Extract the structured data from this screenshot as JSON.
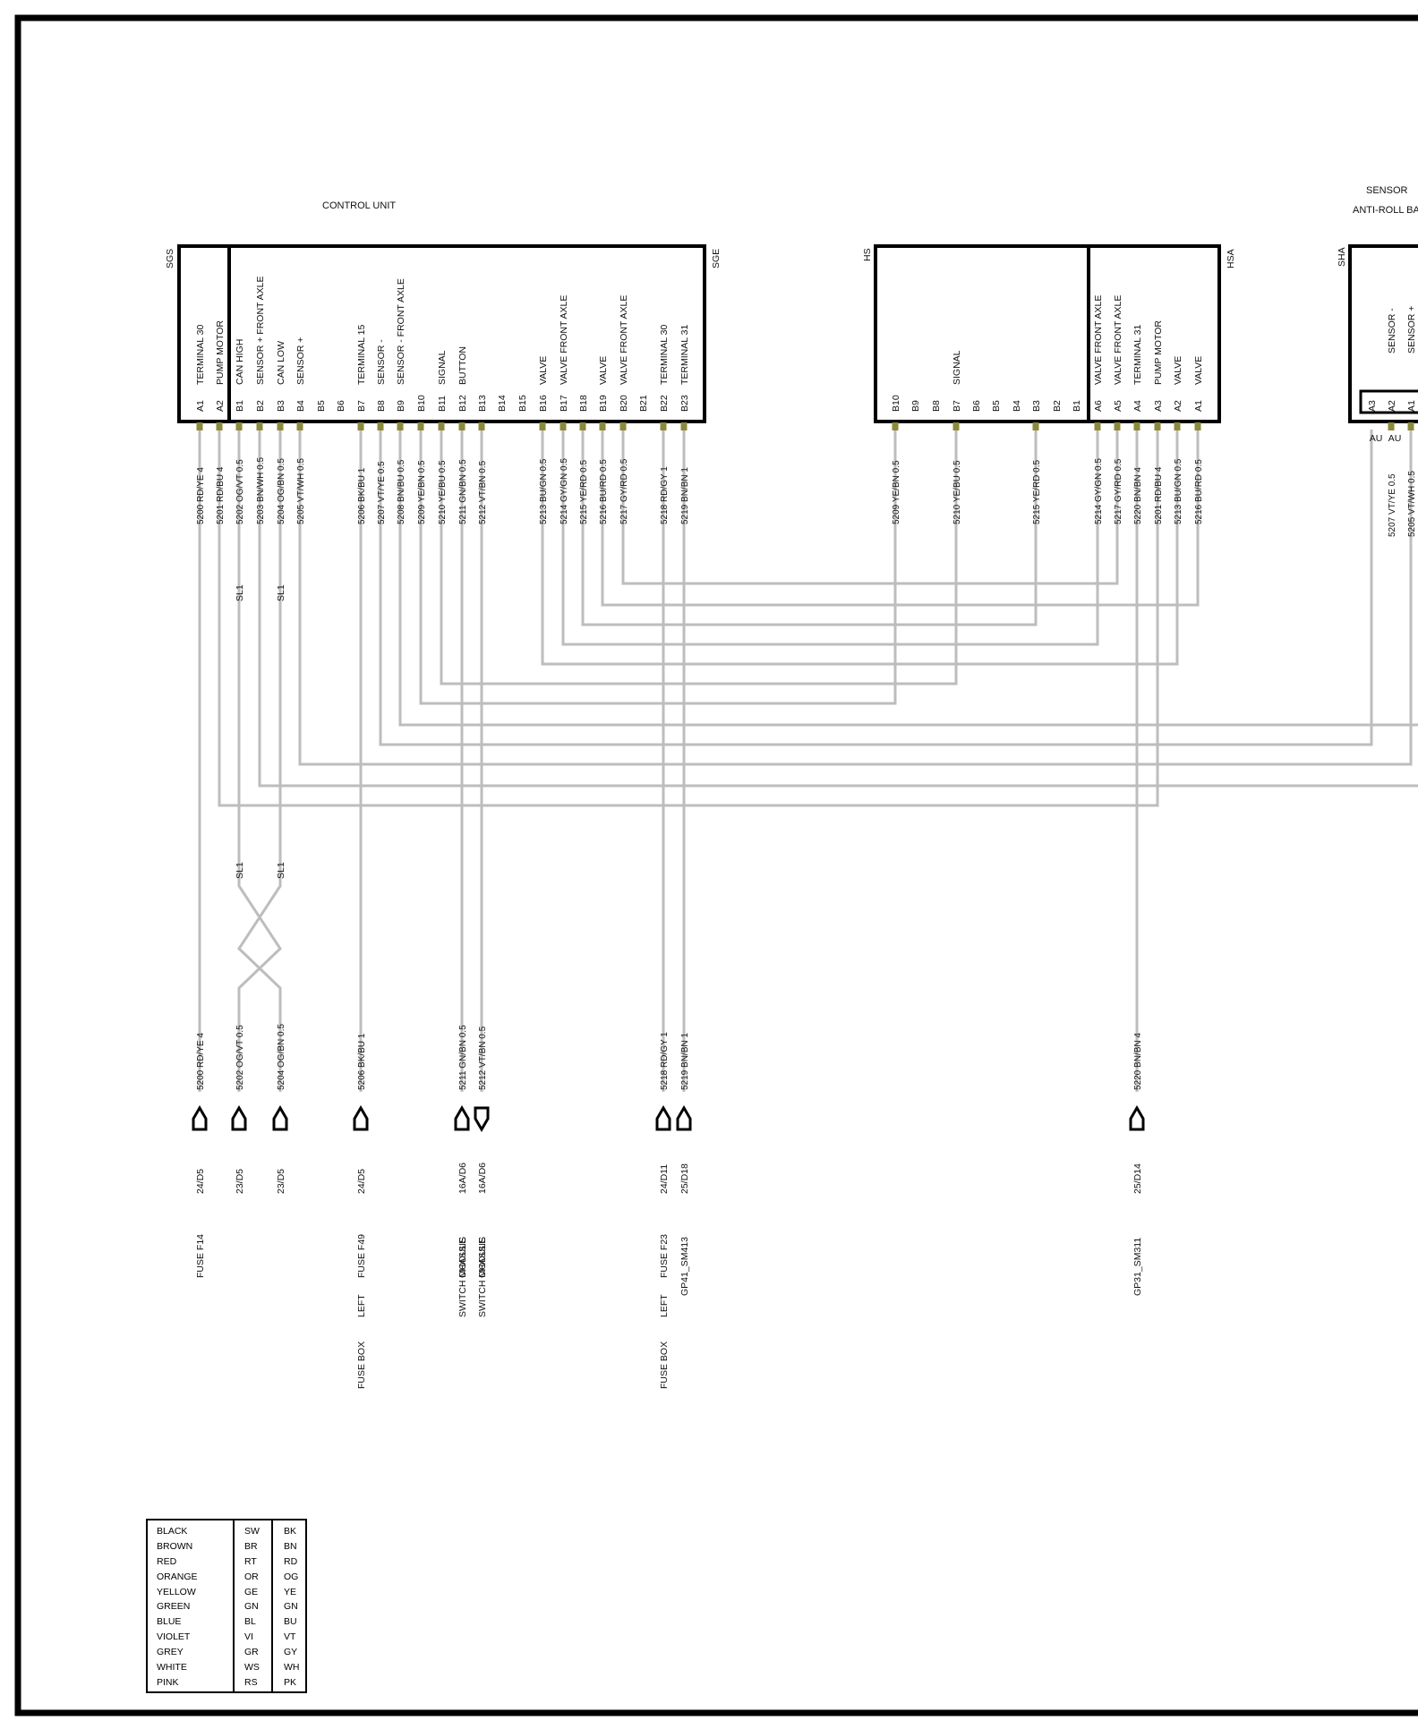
{
  "units": [
    {
      "name": "CONTROL UNIT",
      "left_code": "SGS",
      "right_code": "SGE"
    },
    {
      "name": "",
      "left_code": "HS",
      "right_code": "HSA"
    },
    {
      "name": "SENSOR",
      "subtitle": "ANTI-ROLL BA",
      "left_code": "SHA",
      "right_code": ""
    }
  ],
  "sgs_pins": [
    {
      "pin": "A1",
      "label": "TERMINAL 30",
      "wire": "5200 RD/YE 4"
    },
    {
      "pin": "A2",
      "label": "PUMP MOTOR",
      "wire": "5201 RD/BU 4"
    }
  ],
  "sge_pins": [
    {
      "pin": "B1",
      "label": "CAN HIGH",
      "wire": "5202 OG/VT 0.5"
    },
    {
      "pin": "B2",
      "label": "SENSOR + FRONT AXLE",
      "wire": "5203 BN/WH 0.5"
    },
    {
      "pin": "B3",
      "label": "CAN LOW",
      "wire": "5204 OG/BN 0.5"
    },
    {
      "pin": "B4",
      "label": "SENSOR +",
      "wire": "5205 VT/WH 0.5"
    },
    {
      "pin": "B5",
      "label": "",
      "wire": ""
    },
    {
      "pin": "B6",
      "label": "",
      "wire": ""
    },
    {
      "pin": "B7",
      "label": "TERMINAL 15",
      "wire": "5206 BK/BU 1"
    },
    {
      "pin": "B8",
      "label": "SENSOR -",
      "wire": "5207 VT/YE 0.5"
    },
    {
      "pin": "B9",
      "label": "SENSOR -  FRONT AXLE",
      "wire": "5208 BN/BU 0.5"
    },
    {
      "pin": "B10",
      "label": "",
      "wire": "5209 YE/BN 0.5"
    },
    {
      "pin": "B11",
      "label": "SIGNAL",
      "wire": "5210 YE/BU 0.5"
    },
    {
      "pin": "B12",
      "label": "BUTTON",
      "wire": "5211 GN/BN 0.5"
    },
    {
      "pin": "B13",
      "label": "",
      "wire": "5212 VT/BN 0.5"
    },
    {
      "pin": "B14",
      "label": "",
      "wire": ""
    },
    {
      "pin": "B15",
      "label": "",
      "wire": ""
    },
    {
      "pin": "B16",
      "label": "VALVE",
      "wire": "5213 BU/GN 0.5"
    },
    {
      "pin": "B17",
      "label": "VALVE   FRONT AXLE",
      "wire": "5214 GY/GN 0.5"
    },
    {
      "pin": "B18",
      "label": "",
      "wire": "5215 YE/RD 0.5"
    },
    {
      "pin": "B19",
      "label": "VALVE",
      "wire": "5216 BU/RD 0.5"
    },
    {
      "pin": "B20",
      "label": "VALVE   FRONT AXLE",
      "wire": "5217 GY/RD 0.5"
    },
    {
      "pin": "B21",
      "label": "",
      "wire": ""
    },
    {
      "pin": "B22",
      "label": "TERMINAL 30",
      "wire": "5218 RD/GY 1"
    },
    {
      "pin": "B23",
      "label": "TERMINAL 31",
      "wire": "5219 BN/BN 1"
    }
  ],
  "hs_pins": [
    {
      "pin": "B10",
      "label": "",
      "wire": "5209 YE/BN 0.5"
    },
    {
      "pin": "B9",
      "label": "",
      "wire": ""
    },
    {
      "pin": "B8",
      "label": "",
      "wire": ""
    },
    {
      "pin": "B7",
      "label": "SIGNAL",
      "wire": "5210 YE/BU 0.5"
    },
    {
      "pin": "B6",
      "label": "",
      "wire": ""
    },
    {
      "pin": "B5",
      "label": "",
      "wire": ""
    },
    {
      "pin": "B4",
      "label": "",
      "wire": ""
    },
    {
      "pin": "B3",
      "label": "",
      "wire": "5215 YE/RD 0.5"
    },
    {
      "pin": "B2",
      "label": "",
      "wire": ""
    },
    {
      "pin": "B1",
      "label": "",
      "wire": ""
    }
  ],
  "hsa_pins": [
    {
      "pin": "A6",
      "label": "VALVE   FRONT AXLE",
      "wire": "5214 GY/GN 0.5"
    },
    {
      "pin": "A5",
      "label": "VALVE   FRONT AXLE",
      "wire": "5217 GY/RD 0.5"
    },
    {
      "pin": "A4",
      "label": "TERMINAL 31",
      "wire": "5220 BN/BN 4"
    },
    {
      "pin": "A3",
      "label": "PUMP MOTOR",
      "wire": "5201 RD/BU 4"
    },
    {
      "pin": "A2",
      "label": "VALVE",
      "wire": "5213 BU/GN 0.5"
    },
    {
      "pin": "A1",
      "label": "VALVE",
      "wire": "5216 BU/RD 0.5"
    }
  ],
  "sha_pins": [
    {
      "pin": "A3",
      "label": "",
      "wire": ""
    },
    {
      "pin": "A2",
      "label": "SENSOR -",
      "wire": "5207 VT/YE 0.5"
    },
    {
      "pin": "A1",
      "label": "SENSOR +",
      "wire": "5205 VT/WH 0.5"
    }
  ],
  "sha_markers": [
    "AU",
    "AU"
  ],
  "splice": "SL1",
  "connectors": [
    {
      "wire": "5200 RD/YE 4",
      "ref": "24/D5",
      "dest": [
        "FUSE F14"
      ]
    },
    {
      "wire": "5202 OG/VT 0.5",
      "ref": "23/D5",
      "dest": []
    },
    {
      "wire": "5204 OG/BN 0.5",
      "ref": "23/D5",
      "dest": []
    },
    {
      "wire": "5206 BK/BU 1",
      "ref": "24/D5",
      "dest": [
        "FUSE F49",
        "LEFT",
        "FUSE BOX"
      ]
    },
    {
      "wire": "5211 GN/BN 0.5",
      "ref": "16A/D6",
      "dest": [
        "CHASSIS",
        "SWITCH MODULE"
      ]
    },
    {
      "wire": "5212 VT/BN 0.5",
      "ref": "16A/D6",
      "dest": [
        "CHASSIS",
        "SWITCH MODULE"
      ]
    },
    {
      "wire": "5218 RD/GY 1",
      "ref": "24/D11",
      "dest": [
        "FUSE F23",
        "LEFT",
        "FUSE BOX"
      ]
    },
    {
      "wire": "5219 BN/BN 1",
      "ref": "25/D18",
      "dest": [
        "GP41_SM413"
      ]
    },
    {
      "wire": "5220 BN/BN 4",
      "ref": "25/D14",
      "dest": [
        "GP31_SM311"
      ]
    }
  ],
  "legend": [
    [
      "BLACK",
      "SW",
      "BK"
    ],
    [
      "BROWN",
      "BR",
      "BN"
    ],
    [
      "RED",
      "RT",
      "RD"
    ],
    [
      "ORANGE",
      "OR",
      "OG"
    ],
    [
      "YELLOW",
      "GE",
      "YE"
    ],
    [
      "GREEN",
      "GN",
      "GN"
    ],
    [
      "BLUE",
      "BL",
      "BU"
    ],
    [
      "VIOLET",
      "VI",
      "VT"
    ],
    [
      "GREY",
      "GR",
      "GY"
    ],
    [
      "WHITE",
      "WS",
      "WH"
    ],
    [
      "PINK",
      "RS",
      "PK"
    ]
  ],
  "colors": {
    "wire": "#bdbdbd",
    "pin": "#8a8a3a",
    "frame": "#000000"
  }
}
